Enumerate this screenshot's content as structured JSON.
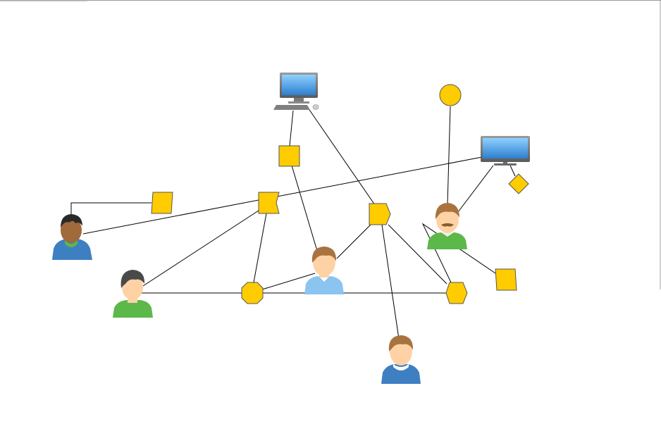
{
  "diagram": {
    "colors": {
      "shape_fill": "#FFCC00",
      "shape_stroke": "#444444",
      "edge": "#000000",
      "person_blue": "#4A8FCB",
      "person_green": "#5DB84A",
      "person_lightblue": "#8CC4F0",
      "skin": "#FFD2A6",
      "monitor_screen": "#5DA8E8"
    },
    "nodes": [
      {
        "id": "desktop",
        "kind": "desktop-computer",
        "icon": "desktop-computer-icon"
      },
      {
        "id": "monitor",
        "kind": "monitor",
        "icon": "monitor-icon"
      },
      {
        "id": "circle-top",
        "kind": "circle",
        "icon": "circle-shape"
      },
      {
        "id": "sq-top",
        "kind": "square",
        "icon": "square-shape"
      },
      {
        "id": "sq-left",
        "kind": "square",
        "icon": "square-shape"
      },
      {
        "id": "flag-left",
        "kind": "flag",
        "icon": "flag-shape"
      },
      {
        "id": "chevron-mid",
        "kind": "chevron",
        "icon": "chevron-shape"
      },
      {
        "id": "diamond",
        "kind": "diamond",
        "icon": "diamond-shape"
      },
      {
        "id": "sq-right",
        "kind": "square",
        "icon": "square-shape"
      },
      {
        "id": "octagon",
        "kind": "octagon",
        "icon": "octagon-shape"
      },
      {
        "id": "hexagon",
        "kind": "hexagon",
        "icon": "hexagon-shape"
      },
      {
        "id": "person-dark",
        "kind": "person",
        "icon": "person-dark-hoodie-icon"
      },
      {
        "id": "person-green",
        "kind": "person",
        "icon": "person-green-shirt-icon"
      },
      {
        "id": "person-center",
        "kind": "person",
        "icon": "person-light-blue-shirt-icon"
      },
      {
        "id": "person-mustache",
        "kind": "person",
        "icon": "person-mustache-icon"
      },
      {
        "id": "person-bottom",
        "kind": "person",
        "icon": "person-blue-hoodie-icon"
      }
    ],
    "edges": [
      [
        "desktop",
        "sq-top"
      ],
      [
        "desktop",
        "chevron-mid"
      ],
      [
        "sq-top",
        "person-center"
      ],
      [
        "circle-top",
        "person-mustache"
      ],
      [
        "monitor",
        "person-mustache"
      ],
      [
        "monitor",
        "diamond"
      ],
      [
        "monitor",
        "person-dark"
      ],
      [
        "person-dark",
        "sq-left"
      ],
      [
        "flag-left",
        "person-green"
      ],
      [
        "flag-left",
        "octagon"
      ],
      [
        "person-green",
        "octagon"
      ],
      [
        "octagon",
        "hexagon"
      ],
      [
        "octagon",
        "person-center"
      ],
      [
        "person-center",
        "chevron-mid"
      ],
      [
        "chevron-mid",
        "hexagon"
      ],
      [
        "chevron-mid",
        "person-bottom"
      ],
      [
        "hexagon",
        "sq-right"
      ]
    ]
  }
}
